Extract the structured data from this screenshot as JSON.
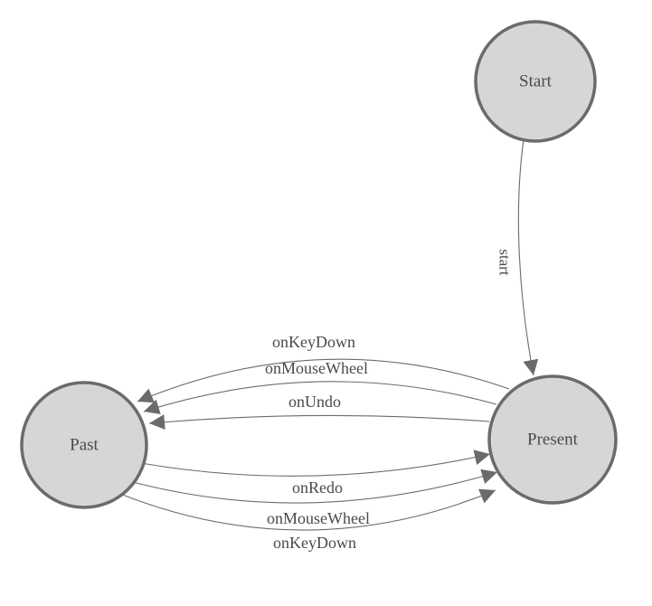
{
  "colors": {
    "background": "#ffffff",
    "node_fill": "#d6d6d6",
    "node_stroke": "#6b6b6b",
    "edge_stroke": "#6b6b6b",
    "arrow_fill": "#6b6b6b",
    "label_text": "#4a4a4c"
  },
  "nodes": [
    {
      "id": "start",
      "label": "Start"
    },
    {
      "id": "present",
      "label": "Present"
    },
    {
      "id": "past",
      "label": "Past"
    }
  ],
  "edges": [
    {
      "id": "start-to-present",
      "label": "start",
      "from": "start",
      "to": "present"
    },
    {
      "id": "present-to-past-onkeydown",
      "label": "onKeyDown",
      "from": "present",
      "to": "past"
    },
    {
      "id": "present-to-past-onmousewheel",
      "label": "onMouseWheel",
      "from": "present",
      "to": "past"
    },
    {
      "id": "present-to-past-onundo",
      "label": "onUndo",
      "from": "present",
      "to": "past"
    },
    {
      "id": "past-to-present-onredo",
      "label": "onRedo",
      "from": "past",
      "to": "present"
    },
    {
      "id": "past-to-present-onmousewheel",
      "label": "onMouseWheel",
      "from": "past",
      "to": "present"
    },
    {
      "id": "past-to-present-onkeydown",
      "label": "onKeyDown",
      "from": "past",
      "to": "present"
    }
  ]
}
